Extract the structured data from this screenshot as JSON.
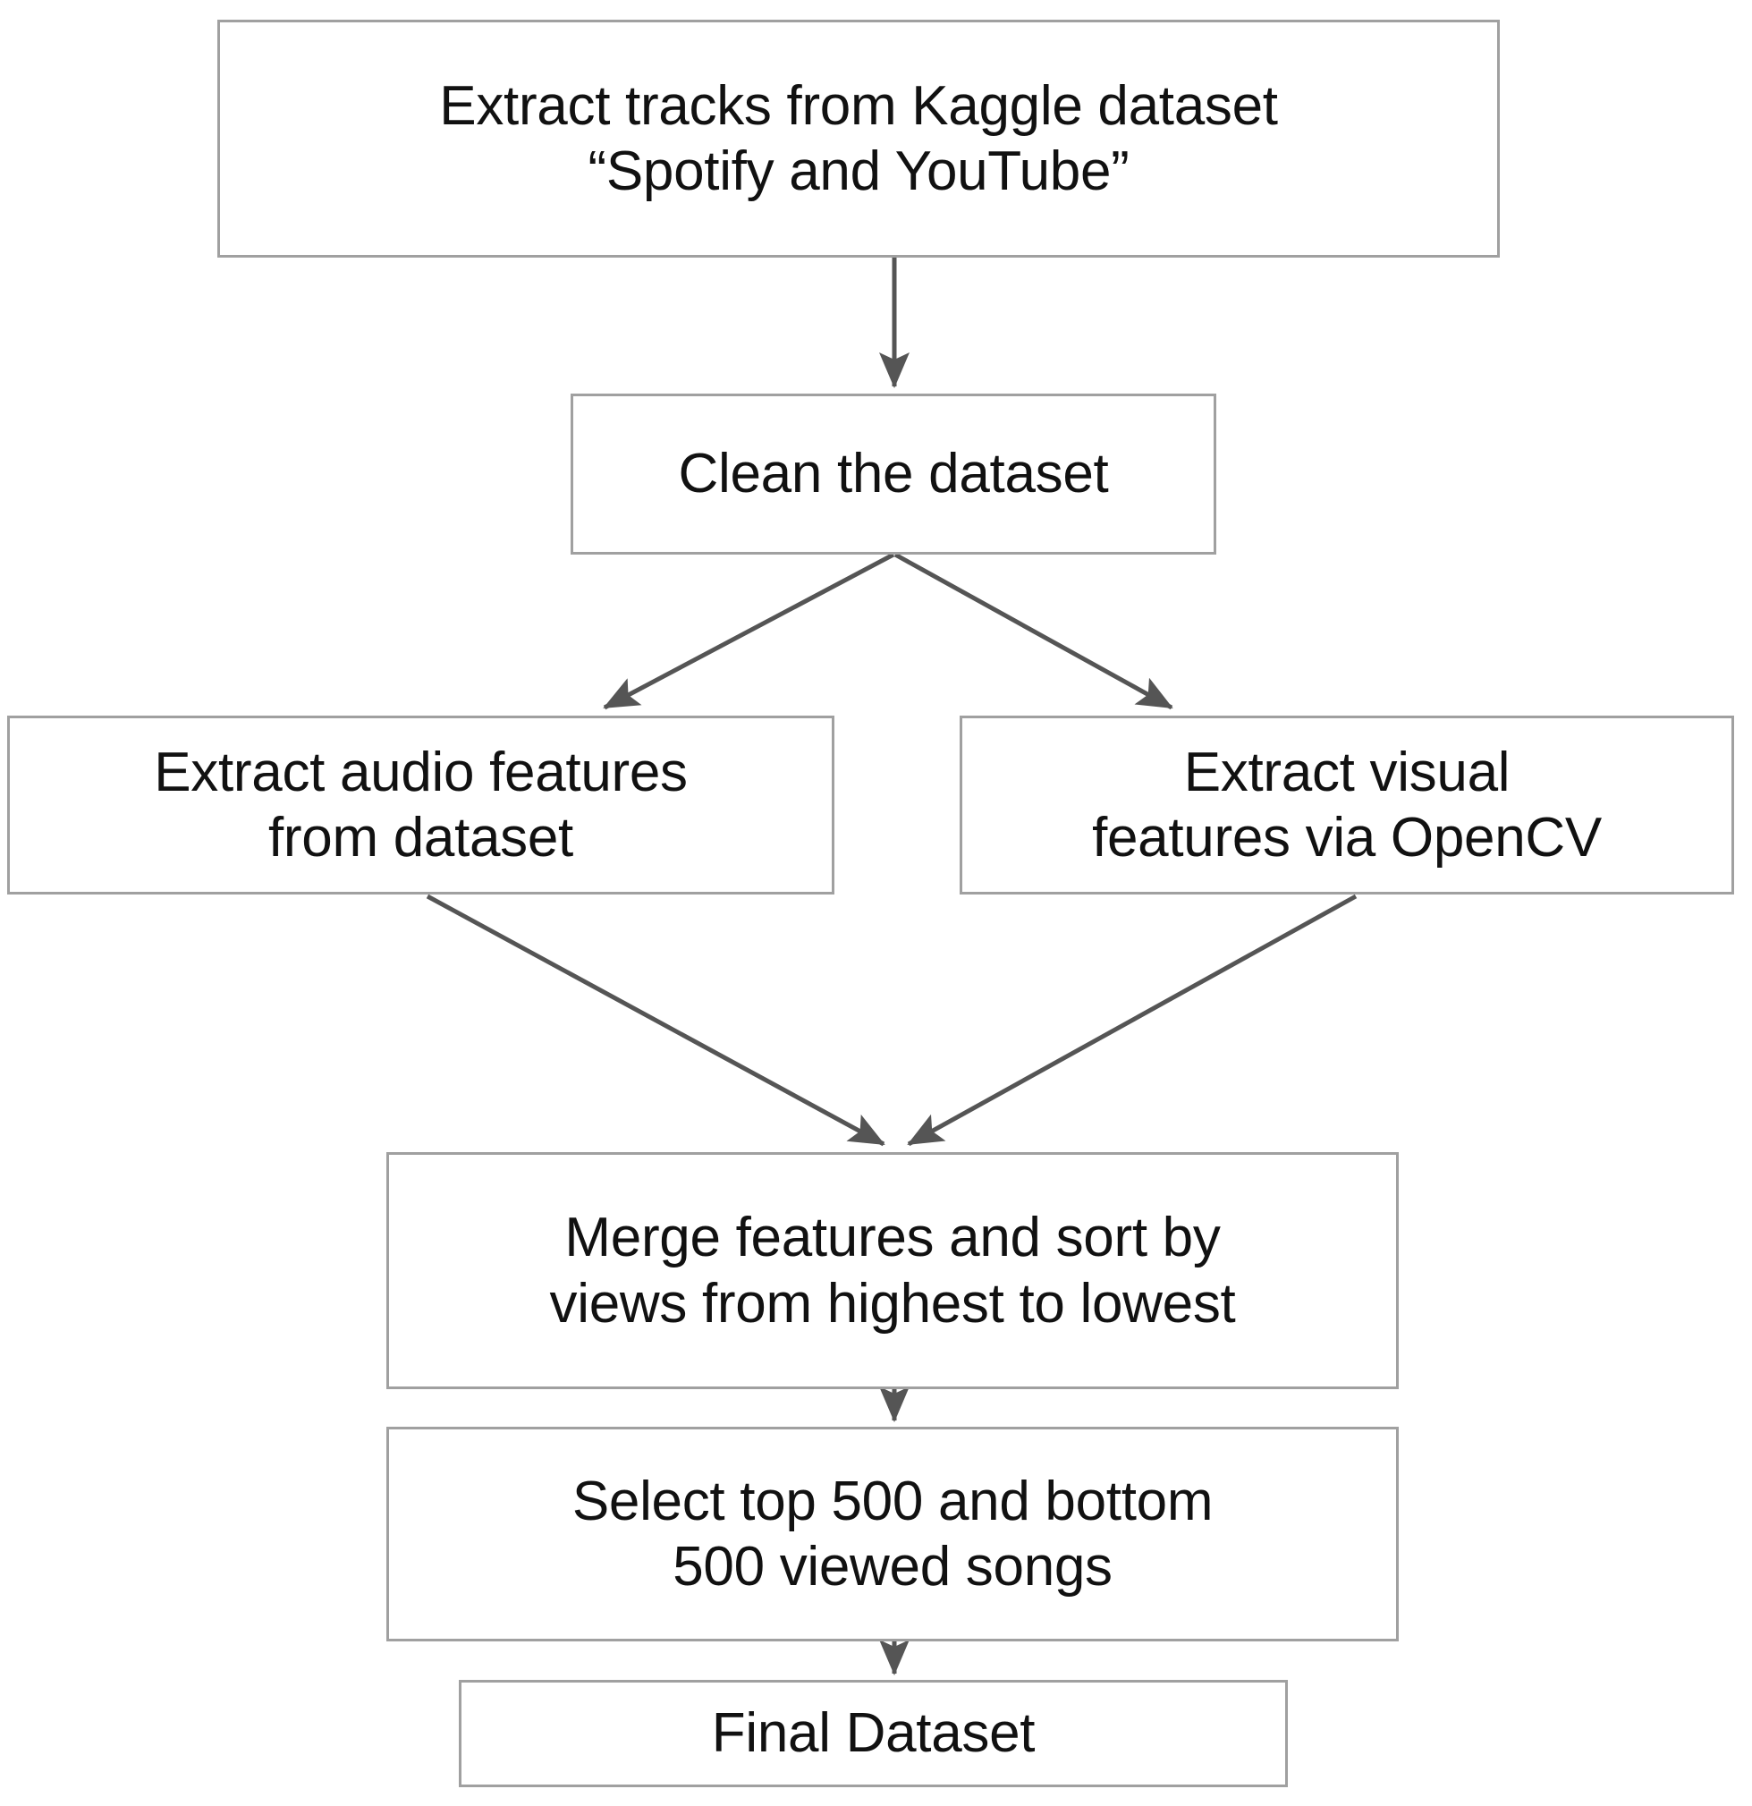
{
  "diagram": {
    "title": "Dataset construction pipeline flowchart",
    "colors": {
      "node_border": "#a0a0a0",
      "node_fill": "#ffffff",
      "edge_stroke": "#555555",
      "text": "#111111",
      "background": "#ffffff"
    },
    "nodes": [
      {
        "id": "extract-tracks",
        "label": "Extract tracks from Kaggle dataset\n“Spotify and YouTube”"
      },
      {
        "id": "clean-dataset",
        "label": "Clean the dataset"
      },
      {
        "id": "audio-features",
        "label": "Extract audio features\nfrom dataset"
      },
      {
        "id": "visual-features",
        "label": "Extract visual\nfeatures via OpenCV"
      },
      {
        "id": "merge-sort",
        "label": "Merge features and sort by\nviews from highest to lowest"
      },
      {
        "id": "select-top",
        "label": "Select top 500 and bottom\n500 viewed songs"
      },
      {
        "id": "final-dataset",
        "label": "Final Dataset"
      }
    ],
    "edges": [
      {
        "id": "edge-tracks-to-clean",
        "from": "extract-tracks",
        "to": "clean-dataset",
        "label": ""
      },
      {
        "id": "edge-clean-to-audio",
        "from": "clean-dataset",
        "to": "audio-features",
        "label": ""
      },
      {
        "id": "edge-clean-to-visual",
        "from": "clean-dataset",
        "to": "visual-features",
        "label": ""
      },
      {
        "id": "edge-audio-to-merge",
        "from": "audio-features",
        "to": "merge-sort",
        "label": ""
      },
      {
        "id": "edge-visual-to-merge",
        "from": "visual-features",
        "to": "merge-sort",
        "label": ""
      },
      {
        "id": "edge-merge-to-select",
        "from": "merge-sort",
        "to": "select-top",
        "label": ""
      },
      {
        "id": "edge-select-to-final",
        "from": "select-top",
        "to": "final-dataset",
        "label": ""
      }
    ]
  }
}
